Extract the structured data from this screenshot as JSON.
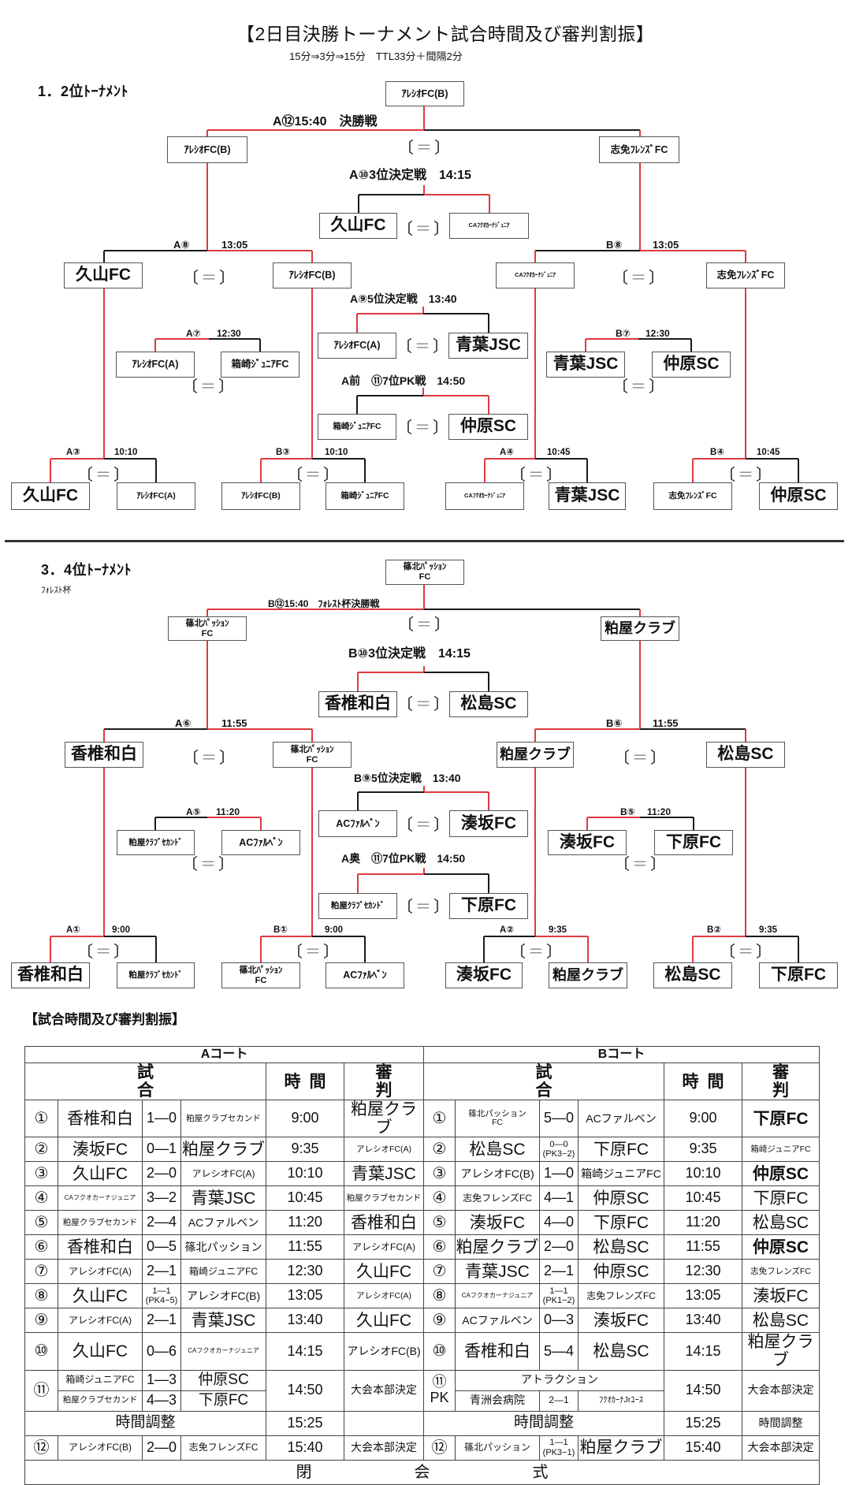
{
  "title": "【2日目決勝トーナメント試合時間及び審判割振】",
  "subtitle": "15分⇒3分⇒15分　TTL33分＋間隔2分",
  "colors": {
    "winner_path": "#e0393e",
    "bracket_line": "#1a1a1a",
    "box_border": "#555555",
    "score_placeholder_equals": "#8a8a8a"
  },
  "score_placeholder": {
    "open": "〔",
    "eq": "＝",
    "close": "〕"
  },
  "t1": {
    "heading": "1．2位ﾄｰﾅﾒﾝﾄ",
    "champion": "ｱﾚｼｵFC(B)",
    "matches": {
      "final": {
        "label": "A⑫15:40　決勝戦",
        "teams": [
          "ｱﾚｼｵFC(B)",
          "志免ﾌﾚﾝｽﾞFC"
        ]
      },
      "third_place": {
        "label": "A⑩3位決定戦　14:15",
        "teams": [
          "久山FC",
          "CAﾌｸｵｶｰﾅｼﾞｭﾆｱ"
        ]
      },
      "a8": {
        "code": "A⑧",
        "time": "13:05",
        "teams": [
          "久山FC",
          "ｱﾚｼｵFC(B)"
        ]
      },
      "b8": {
        "code": "B⑧",
        "time": "13:05",
        "teams": [
          "CAﾌｸｵｶｰﾅｼﾞｭﾆｱ",
          "志免ﾌﾚﾝｽﾞFC"
        ]
      },
      "fifth_place": {
        "label": "A⑨5位決定戦　13:40",
        "teams": [
          "ｱﾚｼｵFC(A)",
          "青葉JSC"
        ]
      },
      "a7": {
        "code": "A⑦",
        "time": "12:30",
        "teams": [
          "ｱﾚｼｵFC(A)",
          "箱崎ｼﾞｭﾆｱFC"
        ]
      },
      "b7": {
        "code": "B⑦",
        "time": "12:30",
        "teams": [
          "青葉JSC",
          "仲原SC"
        ]
      },
      "seventh_place": {
        "label": "A前　⑪7位PK戦　14:50",
        "teams": [
          "箱崎ｼﾞｭﾆｱFC",
          "仲原SC"
        ]
      },
      "a3": {
        "code": "A③",
        "time": "10:10",
        "teams": [
          "久山FC",
          "ｱﾚｼｵFC(A)"
        ]
      },
      "b3": {
        "code": "B③",
        "time": "10:10",
        "teams": [
          "ｱﾚｼｵFC(B)",
          "箱崎ｼﾞｭﾆｱFC"
        ]
      },
      "a4": {
        "code": "A④",
        "time": "10:45",
        "teams": [
          "CAﾌｸｵｶｰﾅｼﾞｭﾆｱ",
          "青葉JSC"
        ]
      },
      "b4": {
        "code": "B④",
        "time": "10:45",
        "teams": [
          "志免ﾌﾚﾝｽﾞFC",
          "仲原SC"
        ]
      }
    }
  },
  "t2": {
    "heading": "3．4位ﾄｰﾅﾒﾝﾄ",
    "cup_name": "ﾌｫﾚｽﾄ杯",
    "champion": "篠北ﾊﾟｯｼｮﾝ\nFC",
    "matches": {
      "final": {
        "label": "B⑫15:40　ﾌｫﾚｽﾄ杯決勝戦",
        "teams": [
          "篠北ﾊﾟｯｼｮﾝ\nFC",
          "粕屋クラブ"
        ]
      },
      "third_place": {
        "label": "B⑩3位決定戦　14:15",
        "teams": [
          "香椎和白",
          "松島SC"
        ]
      },
      "a6": {
        "code": "A⑥",
        "time": "11:55",
        "teams": [
          "香椎和白",
          "篠北ﾊﾟｯｼｮﾝ\nFC"
        ]
      },
      "b6": {
        "code": "B⑥",
        "time": "11:55",
        "teams": [
          "粕屋クラブ",
          "松島SC"
        ]
      },
      "fifth_place": {
        "label": "B⑨5位決定戦　13:40",
        "teams": [
          "ACﾌｧﾙﾍﾞﾝ",
          "湊坂FC"
        ]
      },
      "a5": {
        "code": "A⑤",
        "time": "11:20",
        "teams": [
          "粕屋ｸﾗﾌﾞｾｶﾝﾄﾞ",
          "ACﾌｧﾙﾍﾞﾝ"
        ]
      },
      "b5": {
        "code": "B⑤",
        "time": "11:20",
        "teams": [
          "湊坂FC",
          "下原FC"
        ]
      },
      "seventh_place": {
        "label": "A奥　⑪7位PK戦　14:50",
        "teams": [
          "粕屋ｸﾗﾌﾞｾｶﾝﾄﾞ",
          "下原FC"
        ]
      },
      "a1": {
        "code": "A①",
        "time": "9:00",
        "teams": [
          "香椎和白",
          "粕屋ｸﾗﾌﾞｾｶﾝﾄﾞ"
        ]
      },
      "b1": {
        "code": "B①",
        "time": "9:00",
        "teams": [
          "篠北ﾊﾟｯｼｮﾝ\nFC",
          "ACﾌｧﾙﾍﾞﾝ"
        ]
      },
      "a2": {
        "code": "A②",
        "time": "9:35",
        "teams": [
          "湊坂FC",
          "粕屋クラブ"
        ]
      },
      "b2": {
        "code": "B②",
        "time": "9:35",
        "teams": [
          "松島SC",
          "下原FC"
        ]
      }
    }
  },
  "schedule": {
    "heading": "【試合時間及び審判割振】",
    "headers": {
      "match": "試合",
      "time": "時間",
      "referee": "審判"
    },
    "court_a": {
      "title": "Aコート",
      "rows": [
        {
          "no": "①",
          "team1": "香椎和白",
          "score": "1—0",
          "team2": "粕屋クラブセカンド",
          "time": "9:00",
          "referee": "粕屋クラブ"
        },
        {
          "no": "②",
          "team1": "湊坂FC",
          "score": "0—1",
          "team2": "粕屋クラブ",
          "time": "9:35",
          "referee": "アレシオFC(A)"
        },
        {
          "no": "③",
          "team1": "久山FC",
          "score": "2—0",
          "team2": "アレシオFC(A)",
          "time": "10:10",
          "referee": "青葉JSC"
        },
        {
          "no": "④",
          "team1": "CAフクオカーナジュニア",
          "score": "3—2",
          "team2": "青葉JSC",
          "time": "10:45",
          "referee": "粕屋クラブセカンド"
        },
        {
          "no": "⑤",
          "team1": "粕屋クラブセカンド",
          "score": "2—4",
          "team2": "ACファルベン",
          "time": "11:20",
          "referee": "香椎和白"
        },
        {
          "no": "⑥",
          "team1": "香椎和白",
          "score": "0—5",
          "team2": "篠北パッション",
          "time": "11:55",
          "referee": "アレシオFC(A)"
        },
        {
          "no": "⑦",
          "team1": "アレシオFC(A)",
          "score": "2—1",
          "team2": "箱崎ジュニアFC",
          "time": "12:30",
          "referee": "久山FC"
        },
        {
          "no": "⑧",
          "team1": "久山FC",
          "score": "1—1\n(PK4−5)",
          "team2": "アレシオFC(B)",
          "time": "13:05",
          "referee": "アレシオFC(A)"
        },
        {
          "no": "⑨",
          "team1": "アレシオFC(A)",
          "score": "2—1",
          "team2": "青葉JSC",
          "time": "13:40",
          "referee": "久山FC"
        },
        {
          "no": "⑩",
          "team1": "久山FC",
          "score": "0—6",
          "team2": "CAフクオカーナジュニア",
          "time": "14:15",
          "referee": "アレシオFC(B)"
        }
      ],
      "slot11": {
        "no": "⑪",
        "games": [
          {
            "team1": "箱崎ジュニアFC",
            "score": "1—3",
            "team2": "仲原SC"
          },
          {
            "team1": "粕屋クラブセカンド",
            "score": "4—3",
            "team2": "下原FC"
          }
        ],
        "time": "14:50",
        "referee": "大会本部決定"
      },
      "adjust": {
        "label": "時間調整",
        "time": "15:25",
        "referee": ""
      },
      "final": {
        "no": "⑫",
        "team1": "アレシオFC(B)",
        "score": "2—0",
        "team2": "志免フレンズFC",
        "time": "15:40",
        "referee": "大会本部決定"
      }
    },
    "court_b": {
      "title": "Bコート",
      "rows": [
        {
          "no": "①",
          "team1": "篠北パッション\nFC",
          "score": "5—0",
          "team2": "ACファルベン",
          "time": "9:00",
          "referee": "下原FC"
        },
        {
          "no": "②",
          "team1": "松島SC",
          "score": "0—0\n(PK3−2)",
          "team2": "下原FC",
          "time": "9:35",
          "referee": "箱崎ジュニアFC"
        },
        {
          "no": "③",
          "team1": "アレシオFC(B)",
          "score": "1—0",
          "team2": "箱崎ジュニアFC",
          "time": "10:10",
          "referee": "仲原SC"
        },
        {
          "no": "④",
          "team1": "志免フレンズFC",
          "score": "4—1",
          "team2": "仲原SC",
          "time": "10:45",
          "referee": "下原FC"
        },
        {
          "no": "⑤",
          "team1": "湊坂FC",
          "score": "4—0",
          "team2": "下原FC",
          "time": "11:20",
          "referee": "松島SC"
        },
        {
          "no": "⑥",
          "team1": "粕屋クラブ",
          "score": "2—0",
          "team2": "松島SC",
          "time": "11:55",
          "referee": "仲原SC"
        },
        {
          "no": "⑦",
          "team1": "青葉JSC",
          "score": "2—1",
          "team2": "仲原SC",
          "time": "12:30",
          "referee": "志免フレンズFC"
        },
        {
          "no": "⑧",
          "team1": "CAフクオカーナジュニア",
          "score": "1—1\n(PK1−2)",
          "team2": "志免フレンズFC",
          "time": "13:05",
          "referee": "湊坂FC"
        },
        {
          "no": "⑨",
          "team1": "ACファルベン",
          "score": "0—3",
          "team2": "湊坂FC",
          "time": "13:40",
          "referee": "松島SC"
        },
        {
          "no": "⑩",
          "team1": "香椎和白",
          "score": "5—4",
          "team2": "松島SC",
          "time": "14:15",
          "referee": "粕屋クラブ"
        }
      ],
      "slot11": {
        "no": "⑪\nPK",
        "attraction": "アトラクション",
        "game": {
          "team1": "青洲会病院",
          "score": "2—1",
          "team2": "ﾌｸｵｶｰﾅJrﾕｰｽ"
        },
        "time": "14:50",
        "referee": "大会本部決定"
      },
      "adjust": {
        "label": "時間調整",
        "time": "15:25",
        "referee": "時間調整"
      },
      "final": {
        "no": "⑫",
        "team1": "篠北パッション",
        "score": "1—1\n(PK3−1)",
        "team2": "粕屋クラブ",
        "time": "15:40",
        "referee": "大会本部決定"
      }
    },
    "closing": "閉会式"
  }
}
